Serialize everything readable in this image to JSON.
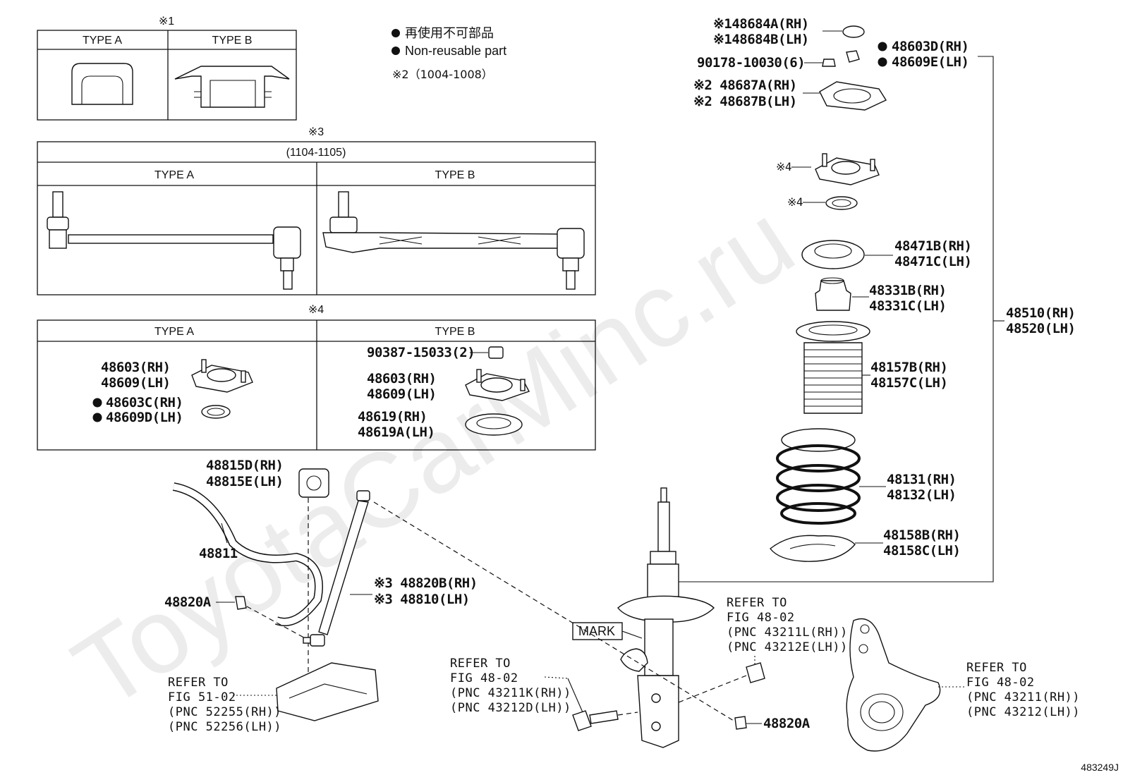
{
  "watermark": "ToyotaCarMinc.ru",
  "figure_id": "483249J",
  "legend": {
    "symbol": "●",
    "line1": "再使用不可部品",
    "line2": "Non-reusable part",
    "note2": "※2（1004-1008）"
  },
  "box1": {
    "mark": "※1",
    "type_a": "TYPE A",
    "type_b": "TYPE B"
  },
  "box3": {
    "mark": "※3",
    "range": "(1104-1105)",
    "type_a": "TYPE A",
    "type_b": "TYPE B"
  },
  "box4": {
    "mark": "※4",
    "type_a": "TYPE A",
    "type_b": "TYPE B",
    "a_mount_rh": "48603(RH)",
    "a_mount_lh": "48609(LH)",
    "a_ring_rh": "48603C(RH)",
    "a_ring_lh": "48609D(LH)",
    "b_nut": "90387-15033(2)",
    "b_mount_rh": "48603(RH)",
    "b_mount_lh": "48609(LH)",
    "b_bearing_rh": "48619(RH)",
    "b_bearing_lh": "48619A(LH)"
  },
  "labels": {
    "cap_rh": "※148684A(RH)",
    "cap_lh": "※148684B(LH)",
    "nut_rh": "48603D(RH)",
    "nut_lh": "48609E(LH)",
    "small_nut": "90178-10030(6)",
    "plate_rh": "※2 48687A(RH)",
    "plate_lh": "※2 48687B(LH)",
    "mount_mark": "※4",
    "ring_mark": "※4",
    "seat_rh": "48471B(RH)",
    "seat_lh": "48471C(LH)",
    "bumper_rh": "48331B(RH)",
    "bumper_lh": "48331C(LH)",
    "boot_rh": "48157B(RH)",
    "boot_lh": "48157C(LH)",
    "spring_rh": "48131(RH)",
    "spring_lh": "48132(LH)",
    "insulator_rh": "48158B(RH)",
    "insulator_lh": "48158C(LH)",
    "strut_rh": "48510(RH)",
    "strut_lh": "48520(LH)",
    "bushing_rh": "48815D(RH)",
    "bushing_lh": "48815E(LH)",
    "stabilizer": "48811",
    "link_rh": "※3 48820B(RH)",
    "link_lh": "※3 48810(LH)",
    "link_nut_left": "48820A",
    "link_nut_right": "48820A",
    "mark": "MARK"
  },
  "refs": {
    "bracket": [
      "REFER TO",
      "FIG 51-02",
      "(PNC 52255(RH))",
      "(PNC 52256(LH))"
    ],
    "bolt": [
      "REFER TO",
      "FIG 48-02",
      "(PNC 43211K(RH))",
      "(PNC 43212D(LH))"
    ],
    "cam_nut": [
      "REFER TO",
      "FIG 48-02",
      "(PNC 43211L(RH))",
      "(PNC 43212E(LH))"
    ],
    "knuckle": [
      "REFER TO",
      "FIG 48-02",
      "(PNC 43211(RH))",
      "(PNC 43212(LH))"
    ]
  }
}
